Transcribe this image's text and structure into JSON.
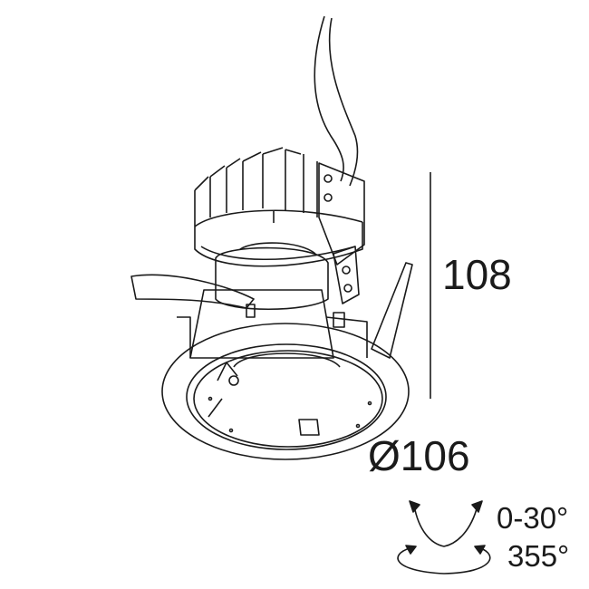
{
  "dimensions": {
    "height": "108",
    "diameter": "Ø106"
  },
  "adjustment": {
    "tilt": "0-30°",
    "rotation": "355°"
  },
  "colors": {
    "line": "#1a1a1a",
    "background": "#ffffff"
  }
}
